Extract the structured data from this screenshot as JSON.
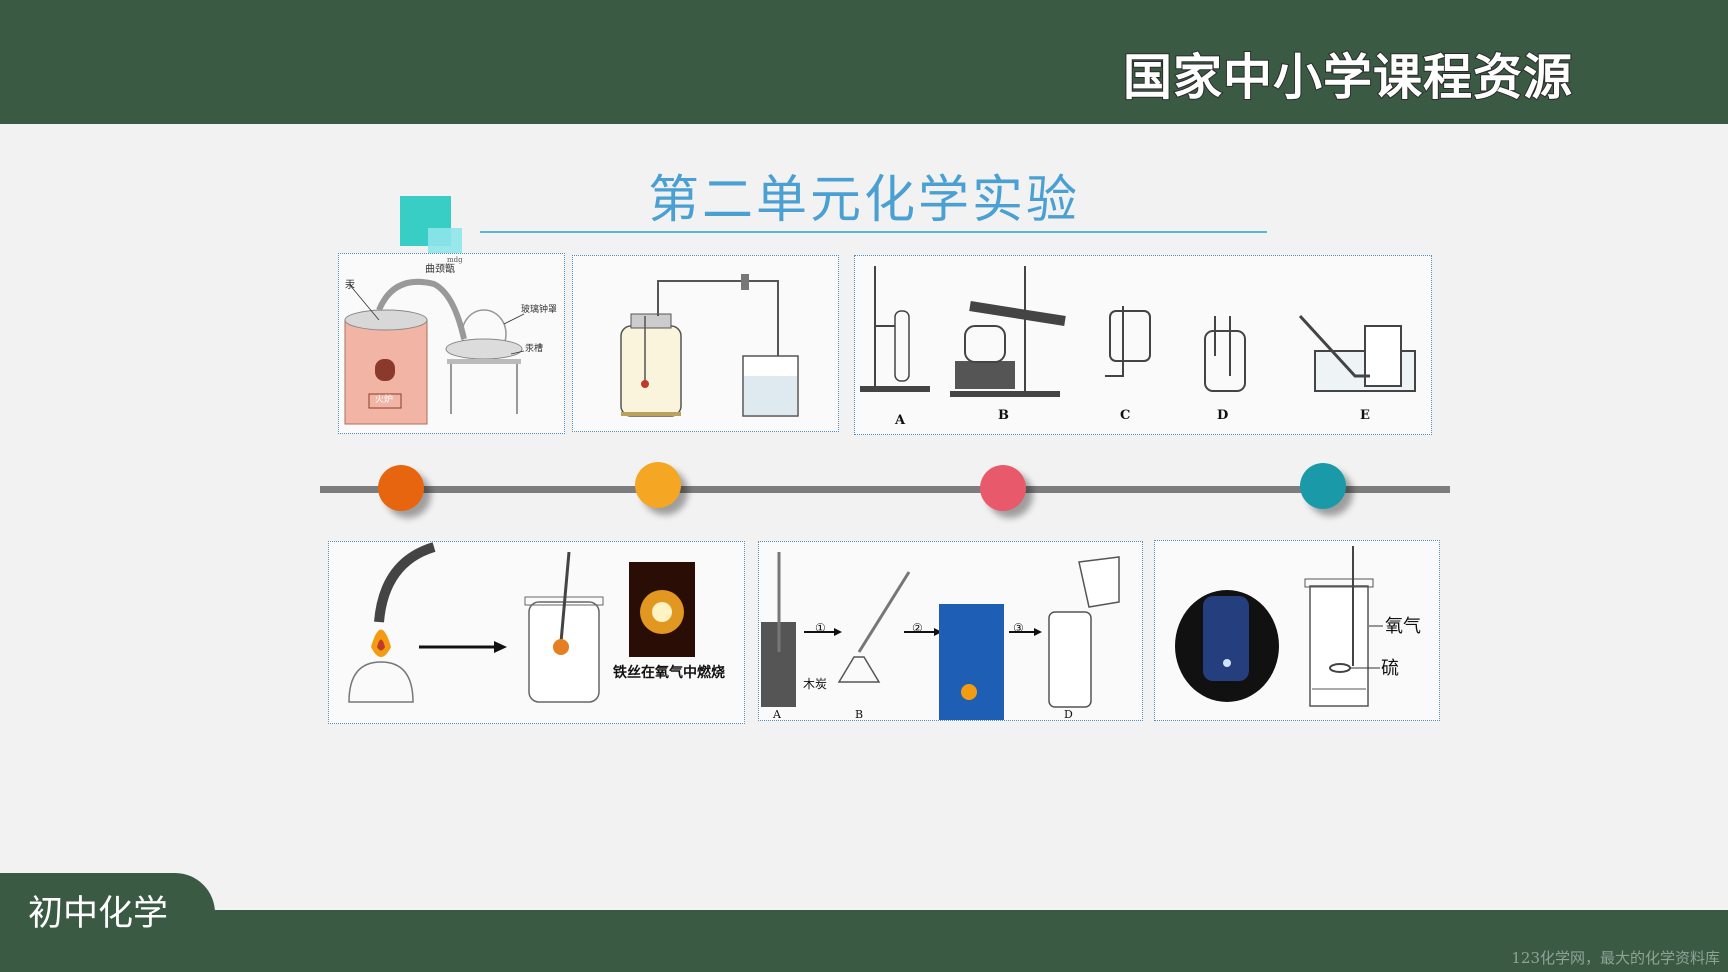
{
  "header": {
    "brand": "国家中小学课程资源"
  },
  "slide": {
    "title": "第二单元化学实验"
  },
  "footer": {
    "subject": "初中化学",
    "watermark": "123化学网，最大的化学资料库"
  },
  "panels": {
    "lavoisier": {
      "label_mercury": "汞",
      "label_retort": "曲颈甑",
      "label_bell": "玻璃钟罩",
      "label_trough": "汞槽",
      "label_furnace": "火炉",
      "label_top": "mdg"
    },
    "apparatus": {
      "labels": [
        "A",
        "B",
        "C",
        "D",
        "E"
      ]
    },
    "iron": {
      "caption": "铁丝在氧气中燃烧"
    },
    "charcoal": {
      "step_labels": [
        "①",
        "②",
        "③"
      ],
      "item_labels": [
        "A",
        "B",
        "D"
      ],
      "charcoal_label": "木炭"
    },
    "sulfur": {
      "oxygen_label": "氧气",
      "sulfur_label": "硫"
    }
  },
  "timeline": {
    "dot_colors": [
      "#e8650f",
      "#f5a623",
      "#e85a6b",
      "#1a9aa8"
    ]
  }
}
